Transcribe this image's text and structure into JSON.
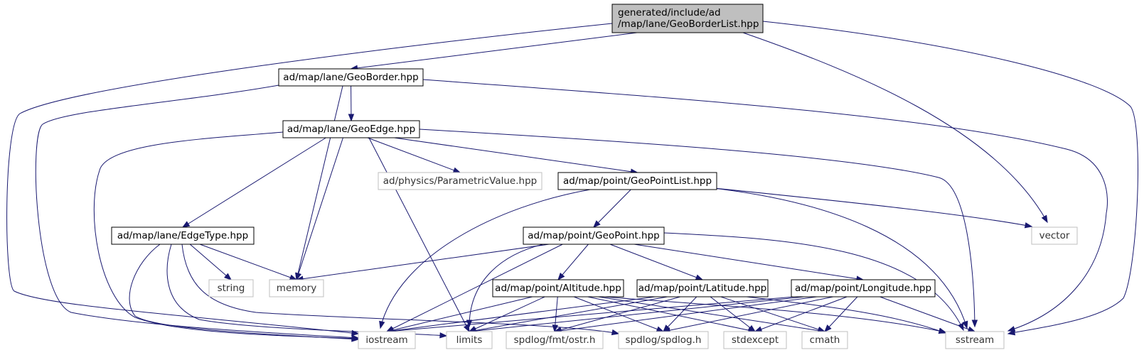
{
  "graph": {
    "nodes": {
      "root": {
        "lines": [
          "generated/include/ad",
          "/map/lane/GeoBorderList.hpp"
        ],
        "kind": "root"
      },
      "geoborder": {
        "lines": [
          "ad/map/lane/GeoBorder.hpp"
        ],
        "kind": "normal"
      },
      "geoedge": {
        "lines": [
          "ad/map/lane/GeoEdge.hpp"
        ],
        "kind": "normal"
      },
      "parametric": {
        "lines": [
          "ad/physics/ParametricValue.hpp"
        ],
        "kind": "external"
      },
      "geopointlist": {
        "lines": [
          "ad/map/point/GeoPointList.hpp"
        ],
        "kind": "normal"
      },
      "vector": {
        "lines": [
          "vector"
        ],
        "kind": "external"
      },
      "edgetype": {
        "lines": [
          "ad/map/lane/EdgeType.hpp"
        ],
        "kind": "normal"
      },
      "geopoint": {
        "lines": [
          "ad/map/point/GeoPoint.hpp"
        ],
        "kind": "normal"
      },
      "string": {
        "lines": [
          "string"
        ],
        "kind": "external"
      },
      "memory": {
        "lines": [
          "memory"
        ],
        "kind": "external"
      },
      "altitude": {
        "lines": [
          "ad/map/point/Altitude.hpp"
        ],
        "kind": "normal"
      },
      "latitude": {
        "lines": [
          "ad/map/point/Latitude.hpp"
        ],
        "kind": "normal"
      },
      "longitude": {
        "lines": [
          "ad/map/point/Longitude.hpp"
        ],
        "kind": "normal"
      },
      "iostream": {
        "lines": [
          "iostream"
        ],
        "kind": "external"
      },
      "limits": {
        "lines": [
          "limits"
        ],
        "kind": "external"
      },
      "ostr": {
        "lines": [
          "spdlog/fmt/ostr.h"
        ],
        "kind": "external"
      },
      "spdlog": {
        "lines": [
          "spdlog/spdlog.h"
        ],
        "kind": "external"
      },
      "stdexcept": {
        "lines": [
          "stdexcept"
        ],
        "kind": "external"
      },
      "cmath": {
        "lines": [
          "cmath"
        ],
        "kind": "external"
      },
      "sstream": {
        "lines": [
          "sstream"
        ],
        "kind": "external"
      }
    },
    "edges": [
      [
        "root",
        "geoborder"
      ],
      [
        "root",
        "iostream"
      ],
      [
        "root",
        "vector"
      ],
      [
        "root",
        "sstream"
      ],
      [
        "geoborder",
        "geoedge"
      ],
      [
        "geoborder",
        "memory"
      ],
      [
        "geoborder",
        "iostream"
      ],
      [
        "geoborder",
        "sstream"
      ],
      [
        "geoedge",
        "parametric"
      ],
      [
        "geoedge",
        "geopointlist"
      ],
      [
        "geoedge",
        "edgetype"
      ],
      [
        "geoedge",
        "memory"
      ],
      [
        "geoedge",
        "iostream"
      ],
      [
        "geoedge",
        "limits"
      ],
      [
        "geoedge",
        "sstream"
      ],
      [
        "geopointlist",
        "geopoint"
      ],
      [
        "geopointlist",
        "vector"
      ],
      [
        "geopointlist",
        "iostream"
      ],
      [
        "geopointlist",
        "sstream"
      ],
      [
        "edgetype",
        "string"
      ],
      [
        "edgetype",
        "memory"
      ],
      [
        "edgetype",
        "iostream"
      ],
      [
        "edgetype",
        "limits"
      ],
      [
        "edgetype",
        "spdlog"
      ],
      [
        "geopoint",
        "memory"
      ],
      [
        "geopoint",
        "altitude"
      ],
      [
        "geopoint",
        "latitude"
      ],
      [
        "geopoint",
        "longitude"
      ],
      [
        "geopoint",
        "iostream"
      ],
      [
        "geopoint",
        "limits"
      ],
      [
        "geopoint",
        "sstream"
      ],
      [
        "altitude",
        "iostream"
      ],
      [
        "altitude",
        "limits"
      ],
      [
        "altitude",
        "ostr"
      ],
      [
        "altitude",
        "spdlog"
      ],
      [
        "altitude",
        "stdexcept"
      ],
      [
        "altitude",
        "cmath"
      ],
      [
        "altitude",
        "sstream"
      ],
      [
        "latitude",
        "iostream"
      ],
      [
        "latitude",
        "limits"
      ],
      [
        "latitude",
        "ostr"
      ],
      [
        "latitude",
        "spdlog"
      ],
      [
        "latitude",
        "stdexcept"
      ],
      [
        "latitude",
        "cmath"
      ],
      [
        "latitude",
        "sstream"
      ],
      [
        "longitude",
        "iostream"
      ],
      [
        "longitude",
        "limits"
      ],
      [
        "longitude",
        "ostr"
      ],
      [
        "longitude",
        "spdlog"
      ],
      [
        "longitude",
        "stdexcept"
      ],
      [
        "longitude",
        "cmath"
      ],
      [
        "longitude",
        "sstream"
      ]
    ],
    "colors": {
      "edge": "#191970",
      "root_fill": "#bfbfbf",
      "external_border": "#bfbfbf",
      "node_border": "#000000"
    }
  }
}
